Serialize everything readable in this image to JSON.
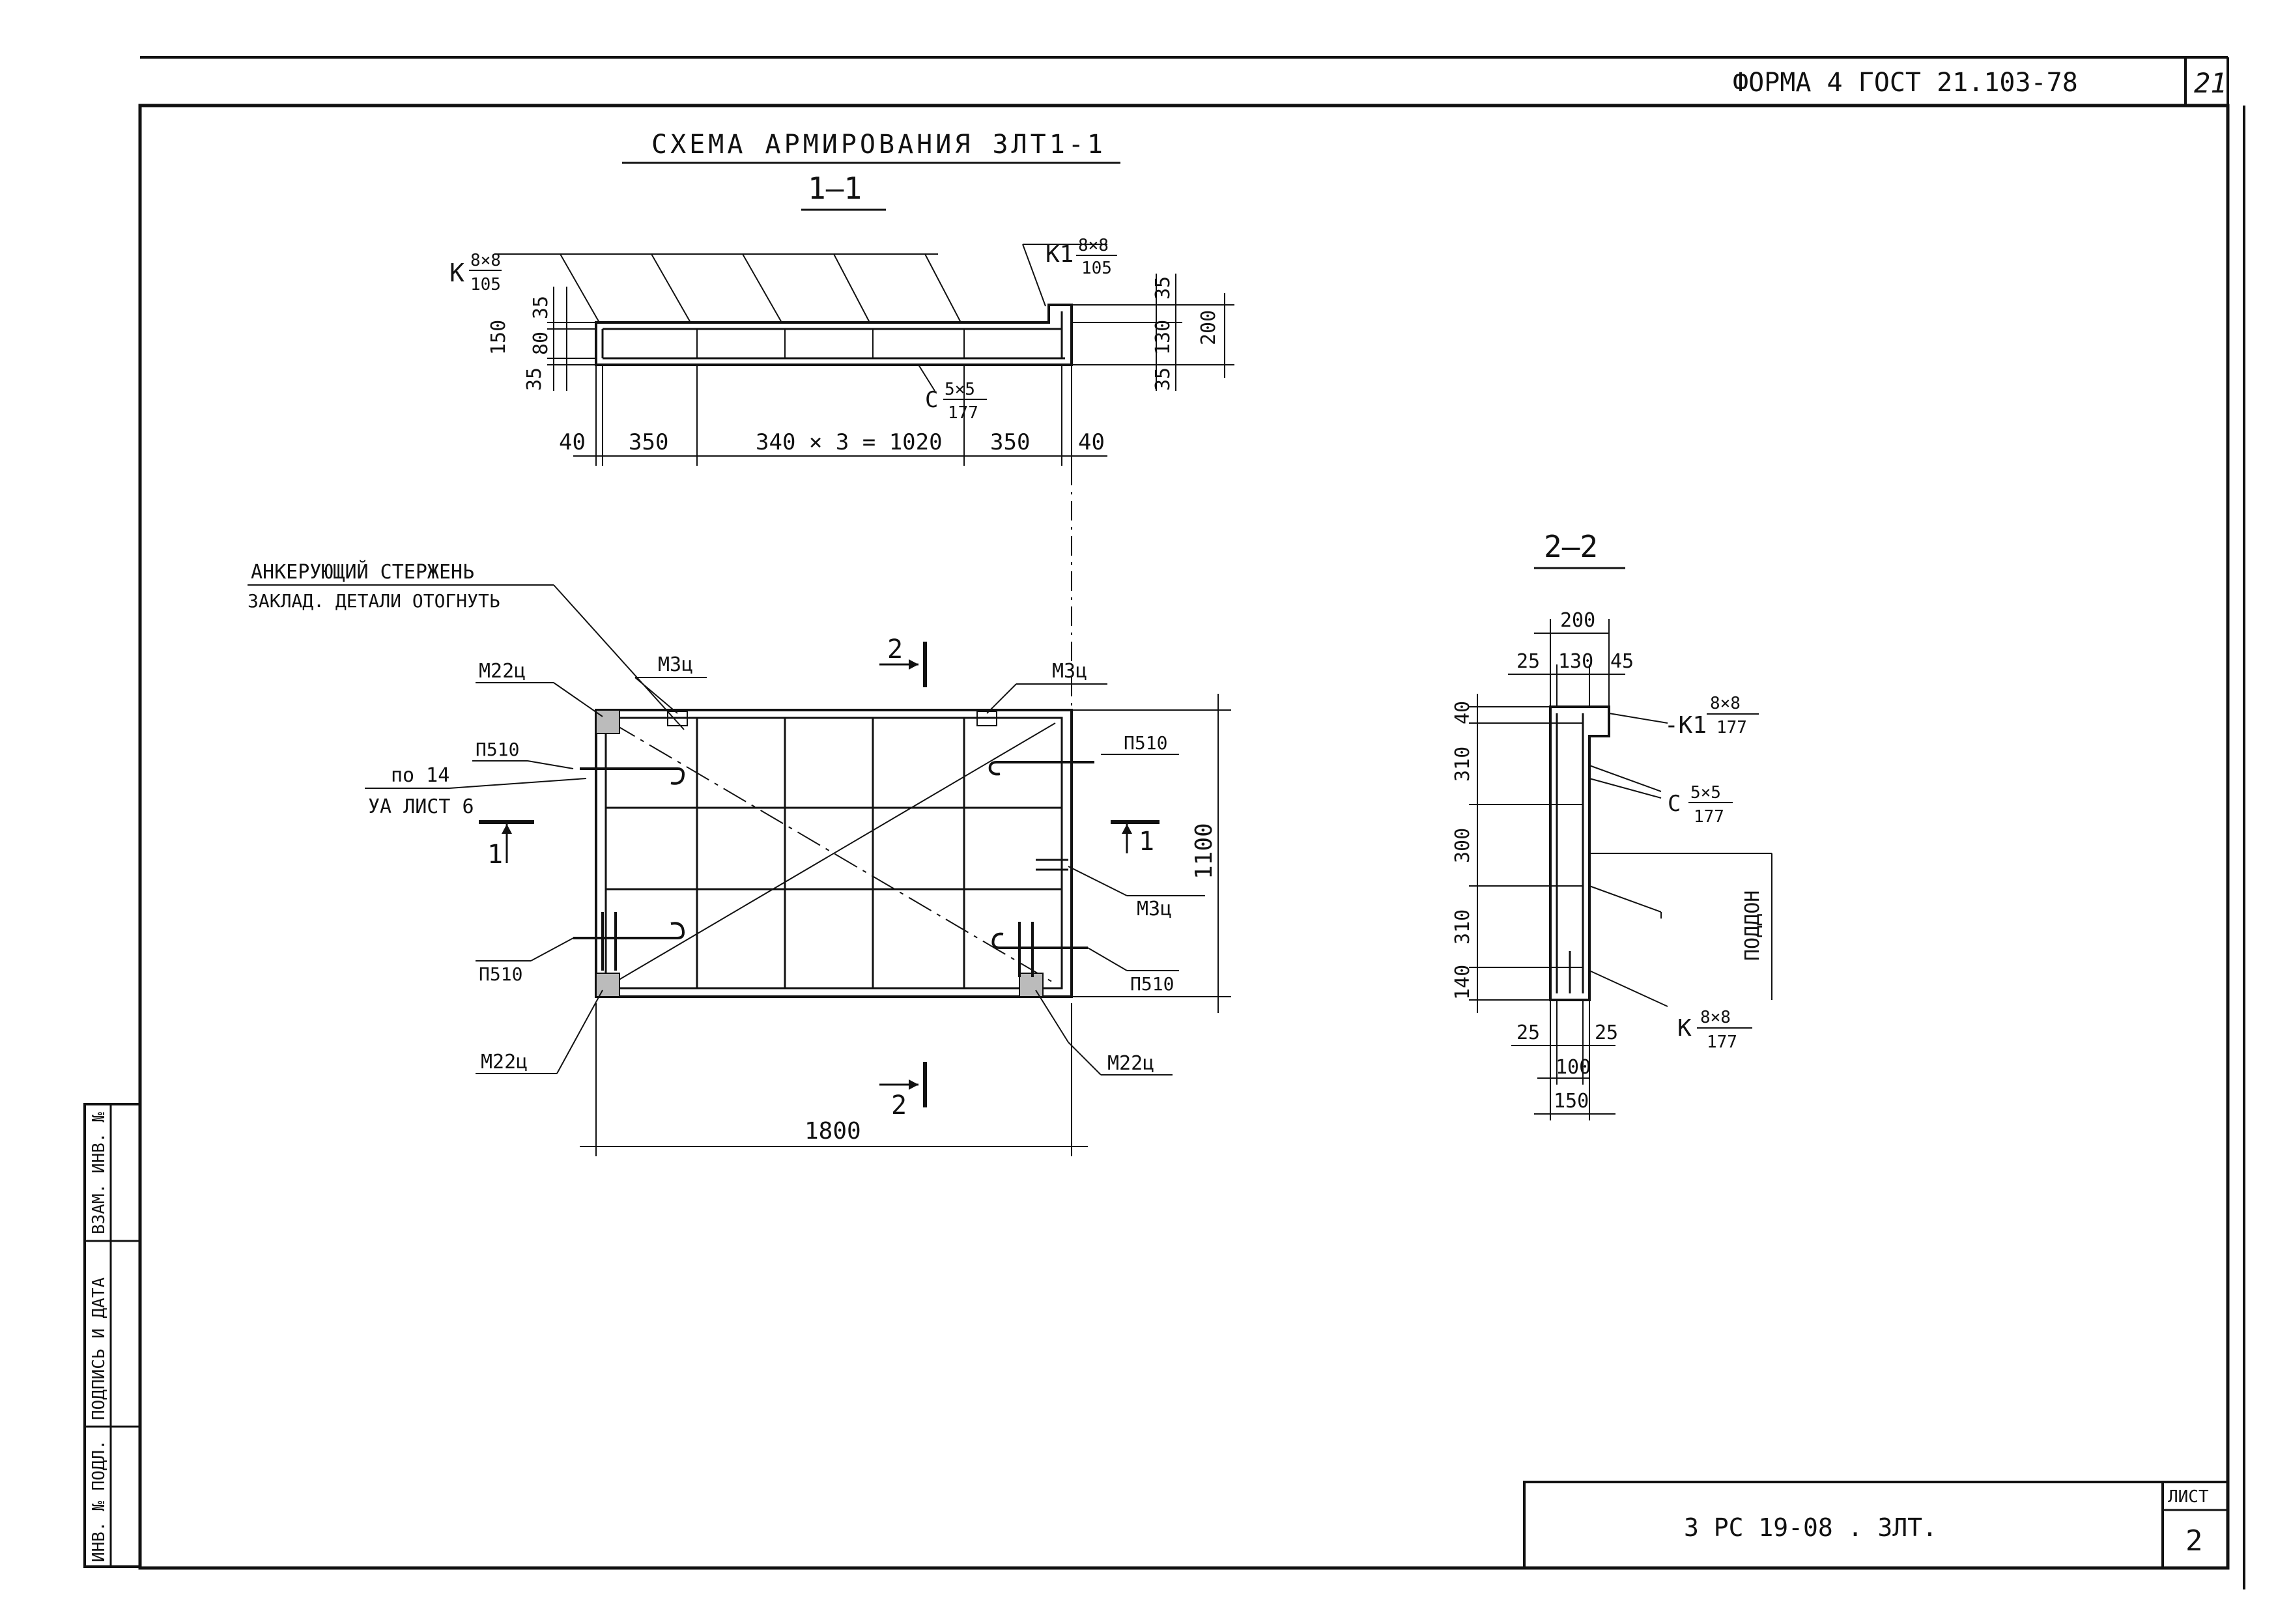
{
  "header": {
    "form_label": "ФОРМА 4  ГОСТ 21.103-78",
    "page_number": "21"
  },
  "drawing": {
    "title": "СХЕМА АРМИРОВАНИЯ 3ЛТ1-1",
    "section_1": {
      "label": "1—1",
      "k_frame": {
        "prefix": "К",
        "numerator": "8×8",
        "denominator": "105"
      },
      "k1_frame": {
        "prefix": "К1",
        "numerator": "8×8",
        "denominator": "105"
      },
      "c_mesh": {
        "prefix": "С",
        "numerator": "5×5",
        "denominator": "177"
      },
      "left_dims": [
        "35",
        "150",
        "80",
        "35"
      ],
      "right_dims": [
        "35",
        "130",
        "200",
        "35"
      ],
      "bottom_dims": [
        "40",
        "350",
        "340 × 3 = 1020",
        "350",
        "40"
      ]
    },
    "plan": {
      "anchor_note_1": "АНКЕРУЮЩИЙ СТЕРЖЕНЬ",
      "anchor_note_2": "ЗАКЛАД. ДЕТАЛИ ОТОГНУТЬ",
      "ref_note_1": "по 14",
      "ref_note_2": "УА ЛИСТ 6",
      "m22_top_left": "М22ц",
      "m3_top_left": "М3ц",
      "m3_top_right": "М3ц",
      "m3_right": "М3ц",
      "m22_bottom_left": "М22ц",
      "m22_bottom_right": "М22ц",
      "pb_top_left": "П510",
      "pb_top_right": "П510",
      "pb_bottom_left": "П510",
      "pb_bottom_right": "П510",
      "cut_2_top": "2",
      "cut_2_bottom": "2",
      "cut_1_left": "1",
      "cut_1_right": "1",
      "width_dim": "1800",
      "height_dim": "1100"
    },
    "section_2": {
      "label": "2—2",
      "top_dims": [
        "200",
        "25",
        "130",
        "45"
      ],
      "left_dims": [
        "40",
        "310",
        "300",
        "310",
        "140"
      ],
      "bottom_dims": [
        "25",
        "25",
        "100",
        "150"
      ],
      "k1_frame": {
        "prefix": "-К1",
        "numerator": "8×8",
        "denominator": "177"
      },
      "c_mesh": {
        "prefix": "С",
        "numerator": "5×5",
        "denominator": "177"
      },
      "k_frame": {
        "prefix": "К",
        "numerator": "8×8",
        "denominator": "177"
      },
      "side_note": "ПОДДОН"
    }
  },
  "side_stamp": {
    "field_1": "ВЗАМ. ИНВ. №",
    "field_2": "ПОДПИСЬ И ДАТА",
    "field_3": "ИНВ. № ПОДЛ."
  },
  "title_block": {
    "designation": "3 РС 19-08 . 3ЛТ.",
    "sheet_label": "ЛИСТ",
    "sheet_number": "2"
  }
}
